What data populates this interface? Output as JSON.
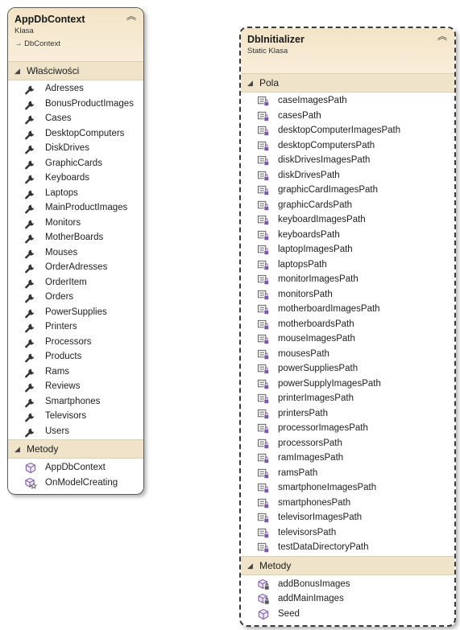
{
  "left_class": {
    "title": "AppDbContext",
    "subtitle": "Klasa",
    "base": "DbContext",
    "base_arrow": "→",
    "collapse_glyph": "︽",
    "properties_section": "Właściwości",
    "properties": [
      "Adresses",
      "BonusProductImages",
      "Cases",
      "DesktopComputers",
      "DiskDrives",
      "GraphicCards",
      "Keyboards",
      "Laptops",
      "MainProductImages",
      "Monitors",
      "MotherBoards",
      "Mouses",
      "OrderAdresses",
      "OrderItem",
      "Orders",
      "PowerSupplies",
      "Printers",
      "Processors",
      "Products",
      "Rams",
      "Reviews",
      "Smartphones",
      "Televisors",
      "Users"
    ],
    "methods_section": "Metody",
    "methods": [
      {
        "name": "AppDbContext",
        "icon": "method-icon"
      },
      {
        "name": "OnModelCreating",
        "icon": "protected-override-method-icon"
      }
    ]
  },
  "right_class": {
    "title": "DbInitializer",
    "subtitle": "Static Klasa",
    "collapse_glyph": "︽",
    "fields_section": "Pola",
    "fields": [
      "caseImagesPath",
      "casesPath",
      "desktopComputerImagesPath",
      "desktopComputersPath",
      "diskDrivesImagesPath",
      "diskDrivesPath",
      "graphicCardImagesPath",
      "graphicCardsPath",
      "keyboardImagesPath",
      "keyboardsPath",
      "laptopImagesPath",
      "laptopsPath",
      "monitorImagesPath",
      "monitorsPath",
      "motherboardImagesPath",
      "motherboardsPath",
      "mouseImagesPath",
      "mousesPath",
      "powerSuppliesPath",
      "powerSupplyImagesPath",
      "printerImagesPath",
      "printersPath",
      "processorImagesPath",
      "processorsPath",
      "ramImagesPath",
      "ramsPath",
      "smartphoneImagesPath",
      "smartphonesPath",
      "televisorImagesPath",
      "televisorsPath",
      "testDataDirectoryPath"
    ],
    "methods_section": "Metody",
    "methods": [
      {
        "name": "addBonusImages",
        "icon": "private-method-icon"
      },
      {
        "name": "addMainImages",
        "icon": "private-method-icon"
      },
      {
        "name": "Seed",
        "icon": "method-icon"
      }
    ]
  },
  "section_toggle_glyph": "◢",
  "colors": {
    "header": "#f3e4c6",
    "section": "#efe3c9",
    "icon_purple": "#7a5aa5",
    "wrench": "#333333"
  }
}
